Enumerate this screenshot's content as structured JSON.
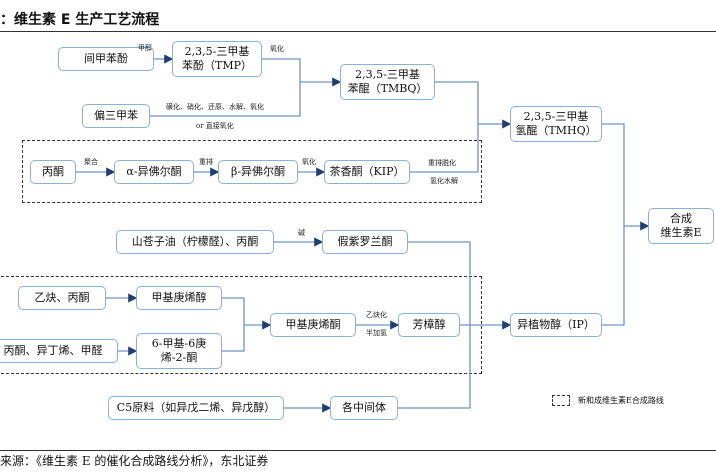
{
  "title": "：维生素 E 生产工艺流程",
  "nodes": {
    "m_cresol": "间甲苯酚",
    "tmp": "2,3,5-三甲基\n苯酚（TMP）",
    "pseudocumene": "偏三甲苯",
    "tmbq": "2,3,5-三甲基\n苯醌（TMBQ）",
    "tmhq": "2,3,5-三甲基\n氢醌（TMHQ）",
    "vitamin_e": "合成\n维生素E",
    "acetone_1": "丙酮",
    "alpha_isophorone": "α-异佛尔酮",
    "beta_isophorone": "β-异佛尔酮",
    "kip": "茶香酮（KIP）",
    "litsea": "山苍子油（柠檬醛）、丙酮",
    "pseudoionone": "假紫罗兰酮",
    "acetylene_acetone": "乙炔、丙酮",
    "methylheptenol": "甲基庚烯醇",
    "acetone_isobutylene": "丙酮、异丁烯、甲醛",
    "methylheptenone_2": "6-甲基-6庚\n烯-2-酮",
    "methylheptenone": "甲基庚烯酮",
    "linalool": "芳樟醇",
    "isophytol": "异植物醇（IP）",
    "c5_raw": "C5原料（如异戊二烯、异戊醇）",
    "intermediates": "各中间体"
  },
  "edge_labels": {
    "methylation": "甲醇",
    "oxidation_1": "氧化",
    "pseudocumene_route": "磺化、硝化、还原、水解、氧化",
    "direct_oxidation": "or 直接氧化",
    "condensation": "聚合",
    "isomerization": "重排",
    "oxidation_2": "氧化",
    "reoxidation": "重排脱化",
    "reduction_hydrolysis": "氢化水解",
    "base": "碱",
    "ethynylation": "乙炔化",
    "semi_hydrogenation": "半加氢"
  },
  "legend": "新和成维生素E合成路线",
  "footer": "来源：《维生素 E 的催化合成路线分析》，东北证券"
}
